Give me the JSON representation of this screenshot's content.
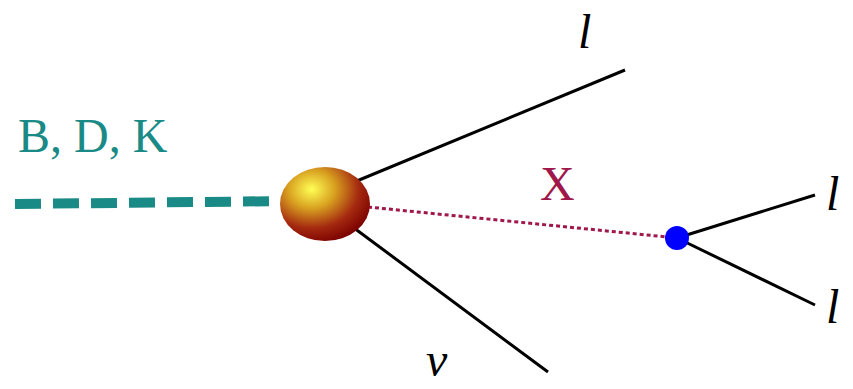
{
  "diagram": {
    "labels": [
      "B, D, K",
      "l",
      "X",
      "l",
      "l",
      "ν"
    ]
  }
}
